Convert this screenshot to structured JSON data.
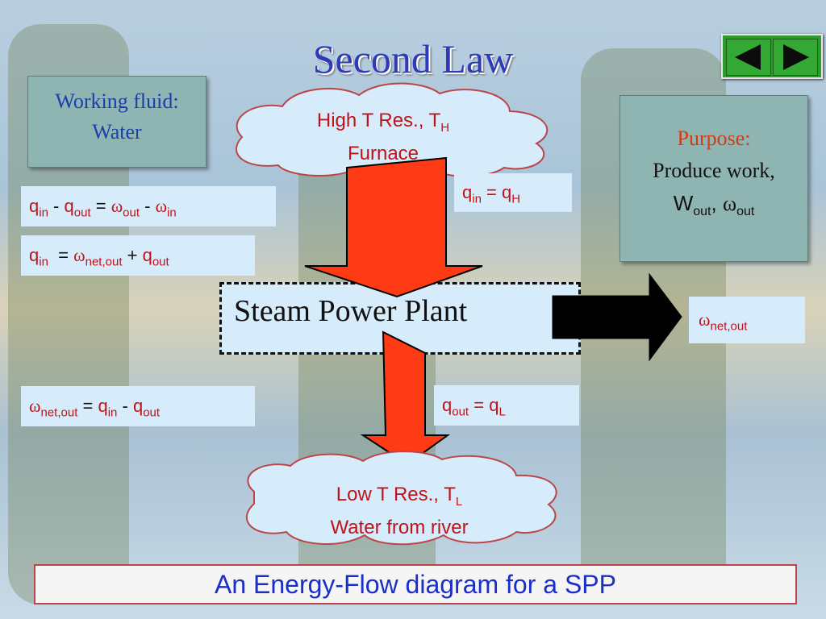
{
  "slide": {
    "title": "Second Law",
    "caption": "An Energy-Flow diagram for a SPP"
  },
  "nav": {
    "prev_label": "◀",
    "next_label": "▶"
  },
  "working_fluid": {
    "line1": "Working fluid:",
    "line2": "Water"
  },
  "purpose": {
    "heading": "Purpose:",
    "line1": "Produce work,",
    "w": "W",
    "w_sub": "out",
    "sep": ", ",
    "omega": "ω",
    "omega_sub": "out"
  },
  "high_res": {
    "line1": "High T Res., T",
    "line1_sub": "H",
    "line2": "Furnace"
  },
  "low_res": {
    "line1": "Low T Res., T",
    "line1_sub": "L",
    "line2": "Water from river"
  },
  "plant": {
    "label": "Steam Power Plant"
  },
  "eq_energy": {
    "q1": "q",
    "q1_sub": "in",
    "op1": " - ",
    "q2": "q",
    "q2_sub": "out",
    "op2": " = ",
    "w1": "ω",
    "w1_sub": "out",
    "op3": " - ",
    "w2": "ω",
    "w2_sub": "in"
  },
  "eq_balance": {
    "q1": "q",
    "q1_sub": "in",
    "op1": "  = ",
    "w": "ω",
    "w_sub": "net,out",
    "op2": " + ",
    "q2": "q",
    "q2_sub": "out"
  },
  "eq_net": {
    "w": "ω",
    "w_sub": "net,out",
    "op1": " = ",
    "q1": "q",
    "q1_sub": "in",
    "op2": " - ",
    "q2": "q",
    "q2_sub": "out"
  },
  "eq_qin": {
    "q": "q",
    "q_sub": "in",
    "op": " = ",
    "h": "q",
    "h_sub": "H"
  },
  "eq_qout": {
    "q": "q",
    "q_sub": "out",
    "op": " = ",
    "l": "q",
    "l_sub": "L"
  },
  "net_out": {
    "w": "ω",
    "w_sub": "net,out"
  },
  "colors": {
    "arrow_red": "#ff3b16",
    "arrow_black": "#000000",
    "title_blue": "#2e3ab8",
    "eq_red": "#c1121a",
    "box_teal": "#8fb5b3"
  }
}
